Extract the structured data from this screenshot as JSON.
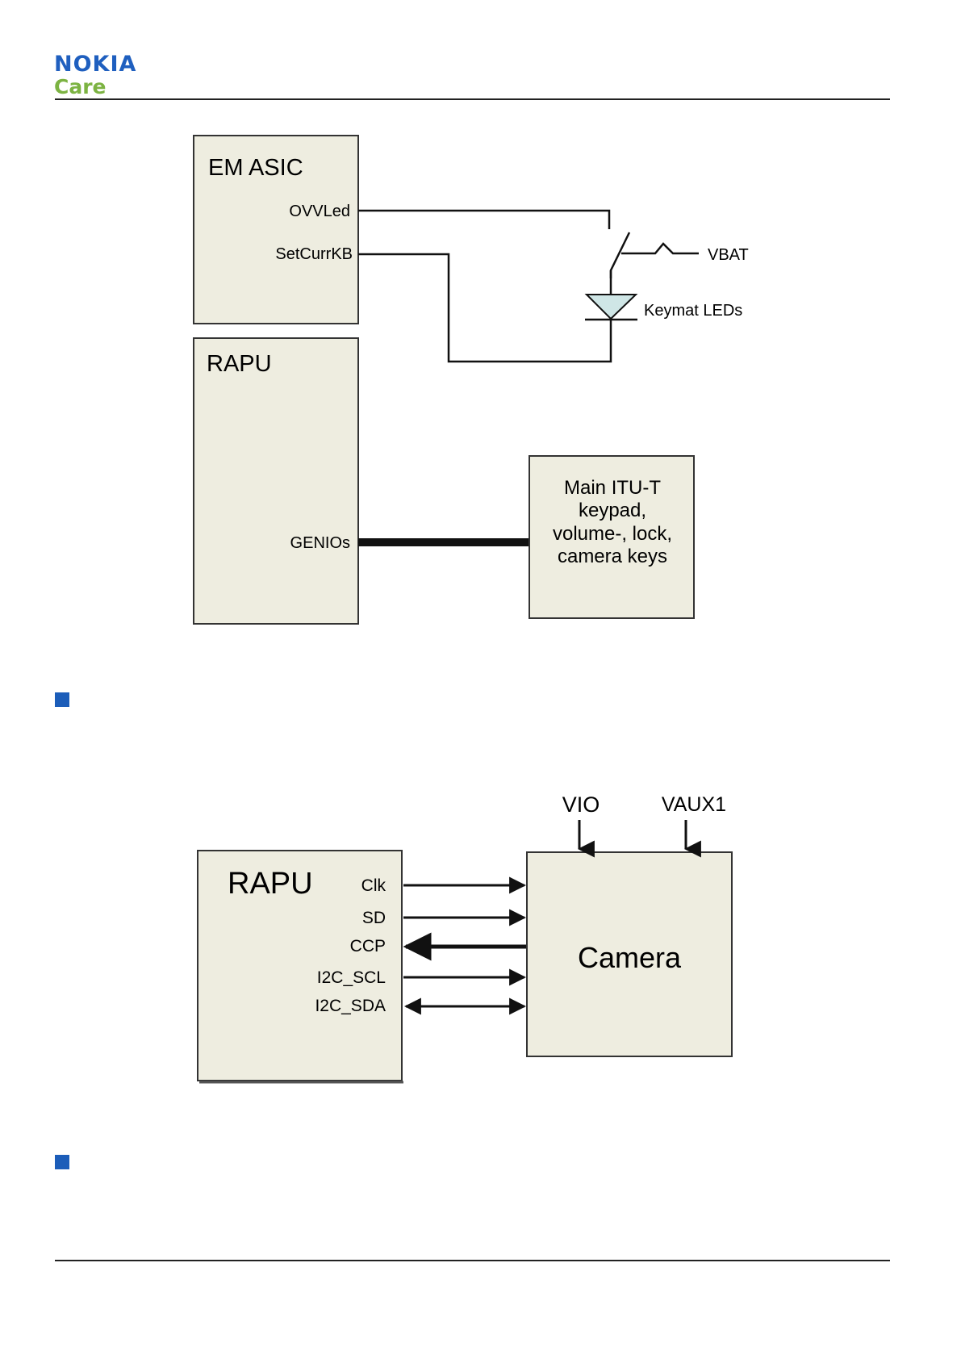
{
  "header": {
    "logo_main": "NOKIA",
    "logo_sub": "Care"
  },
  "diagram1": {
    "em_asic": {
      "title": "EM ASIC",
      "pin_1": "OVVLed",
      "pin_2": "SetCurrKB"
    },
    "rapu": {
      "title": "RAPU",
      "pin_genios": "GENIOs"
    },
    "vbat_label": "VBAT",
    "leds_label": "Keymat LEDs",
    "keypad_box": {
      "lines": [
        "Main ITU-T",
        "keypad,",
        "volume-, lock,",
        "camera keys"
      ]
    }
  },
  "diagram2": {
    "rapu_title": "RAPU",
    "camera_title": "Camera",
    "vio_label": "VIO",
    "vaux_label": "VAUX1",
    "signals": [
      "Clk",
      "SD",
      "CCP",
      "I2C_SCL",
      "I2C_SDA"
    ]
  },
  "colors": {
    "nokia_blue": "#1f5fbf",
    "care_green": "#7cb342",
    "box_fill": "#eeede0",
    "bullet_blue": "#1c5db9",
    "led_fill": "#cfe6e6"
  }
}
